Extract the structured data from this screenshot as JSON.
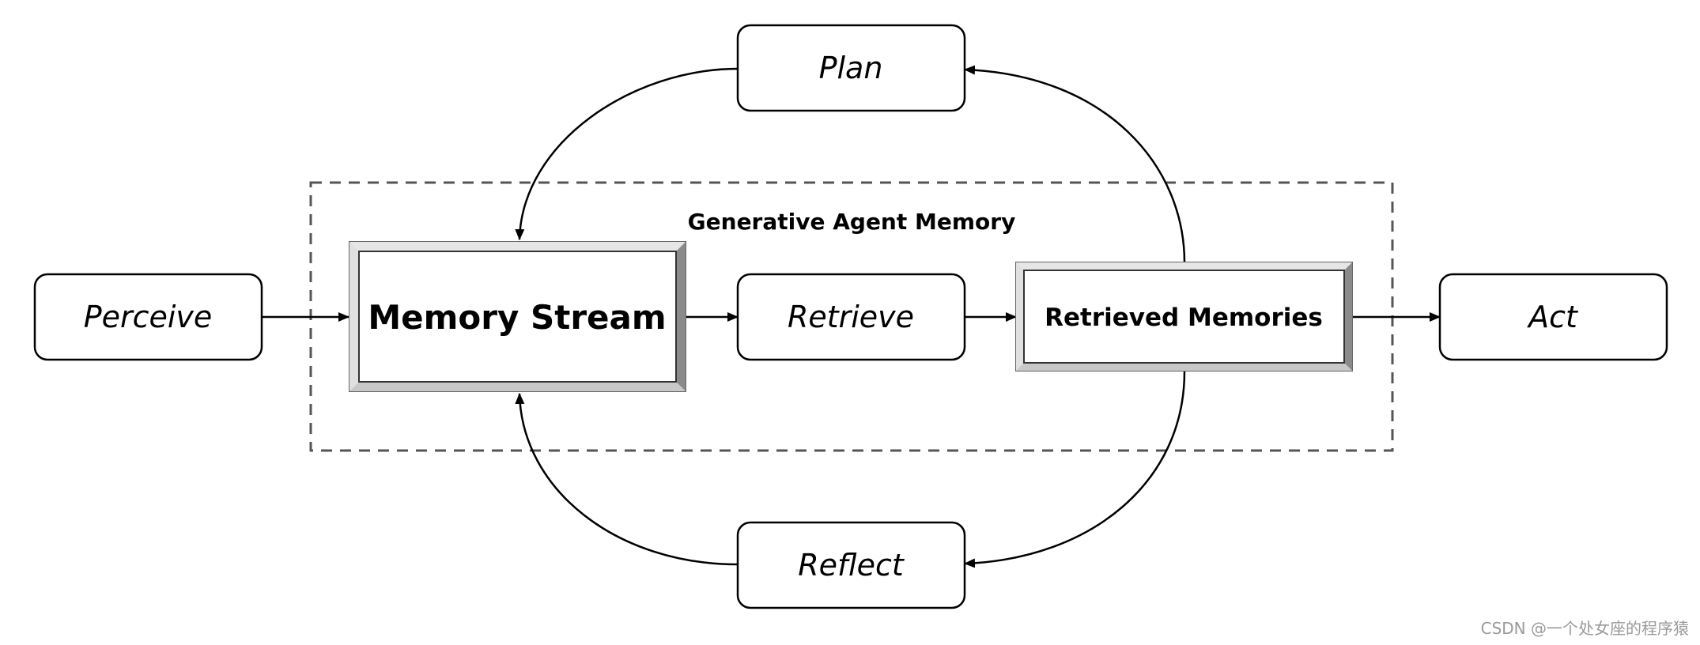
{
  "diagram": {
    "container_label": "Generative Agent Memory",
    "nodes": {
      "perceive": "Perceive",
      "memory_stream": "Memory Stream",
      "retrieve": "Retrieve",
      "retrieved_memories": "Retrieved Memories",
      "act": "Act",
      "plan": "Plan",
      "reflect": "Reflect"
    }
  },
  "watermark": "CSDN @一个处女座的程序猿"
}
